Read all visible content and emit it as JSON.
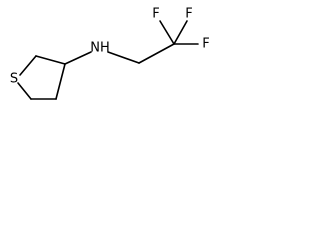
{
  "molecule": {
    "atoms": {
      "sulfur": "S",
      "nitrogen_hydrogen": "NH",
      "fluorine_top_left": "F",
      "fluorine_top_right": "F",
      "fluorine_right": "F"
    }
  }
}
